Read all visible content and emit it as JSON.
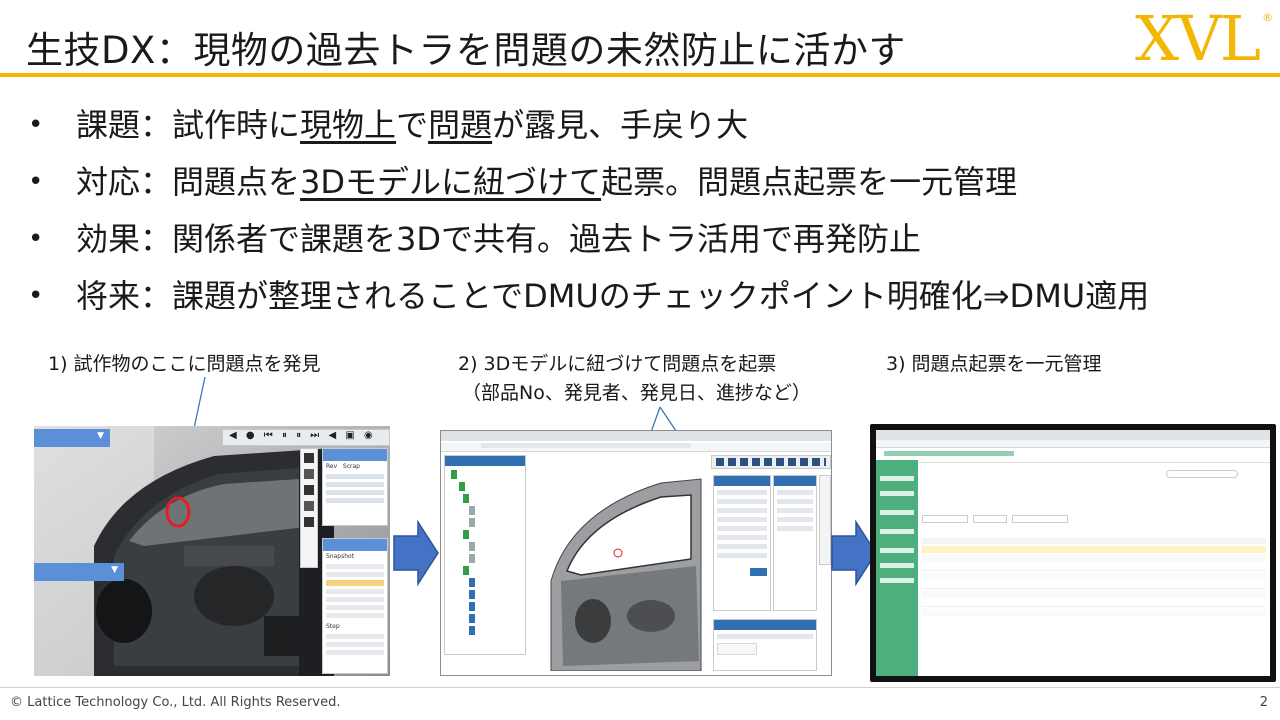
{
  "slide": {
    "title": "生技DX：現物の過去トラを問題の未然防止に活かす",
    "logo": "XVL",
    "logo_mark": "®"
  },
  "bullets": [
    {
      "label": "課題",
      "sep": "：",
      "pre": "試作時に",
      "u1": "現物上",
      "mid": "で",
      "u2": "問題",
      "post": "が露見、手戻り大"
    },
    {
      "label": "対応",
      "sep": "：",
      "pre": "問題点を",
      "u1": "3Dモデルに紐づけて",
      "post": "起票。問題点起票を一元管理"
    },
    {
      "label": "効果",
      "sep": "：",
      "text": "関係者で課題を3Dで共有。過去トラ活用で再発防止"
    },
    {
      "label": "将来",
      "sep": "：",
      "text": "課題が整理されることでDMUのチェックポイント明確化⇒DMU適用"
    }
  ],
  "captions": {
    "step1": "1) 試作物のここに問題点を発見",
    "step2_line1": "2) 3Dモデルに紐づけて問題点を起票",
    "step2_line2": "（部品No、発見者、発見日、進捗など）",
    "step3": "3) 問題点起票を一元管理"
  },
  "photo_panel": {
    "table_headers": [
      "Rev",
      "Scrap"
    ],
    "items": [
      "Snapshot",
      "Step"
    ]
  },
  "footer": {
    "copyright": "© Lattice Technology Co., Ltd. All Rights Reserved.",
    "page": "2"
  },
  "colors": {
    "accent": "#f2b705",
    "arrow_blue": "#4472c4",
    "app_green": "#4caf7d",
    "viewer_blue": "#2f6fb2"
  }
}
